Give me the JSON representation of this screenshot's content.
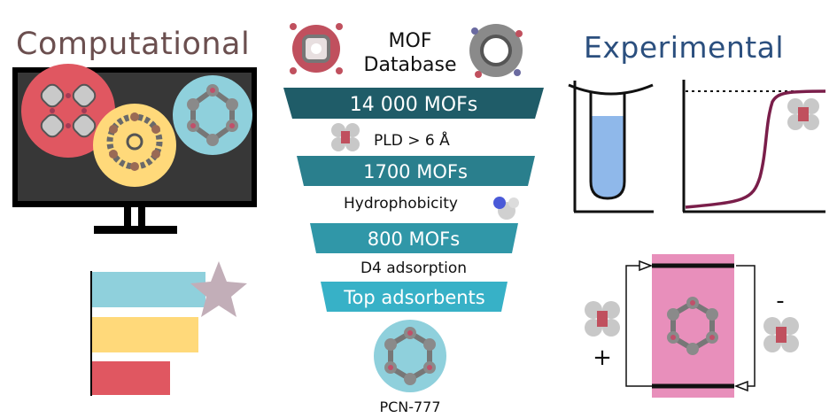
{
  "left": {
    "title": "Computational"
  },
  "right": {
    "title": "Experimental"
  },
  "funnel": {
    "header": "MOF Database",
    "header_line1": "MOF",
    "header_line2": "Database",
    "stages": [
      {
        "label": "14 000 MOFs",
        "color": "#1f5c68"
      },
      {
        "label": "1700 MOFs",
        "color": "#2a7f8d"
      },
      {
        "label": "800 MOFs",
        "color": "#3097a8"
      },
      {
        "label": "Top adsorbents",
        "color": "#37b1c7"
      }
    ],
    "criteria": [
      "PLD > 6 Å",
      "Hydrophobicity",
      "D4 adsorption"
    ],
    "result": "PCN-777"
  },
  "cycle": {
    "plus": "+",
    "minus": "-"
  },
  "colors": {
    "title_left": "#6b4f4f",
    "title_right": "#2b4f7e",
    "red_circle": "#e05761",
    "yellow_circle": "#ffd97a",
    "cyan_circle": "#8fd0dc",
    "pink_panel": "#e88fbb",
    "isotherm": "#7a1e4a",
    "water": "#8fb8ea"
  }
}
